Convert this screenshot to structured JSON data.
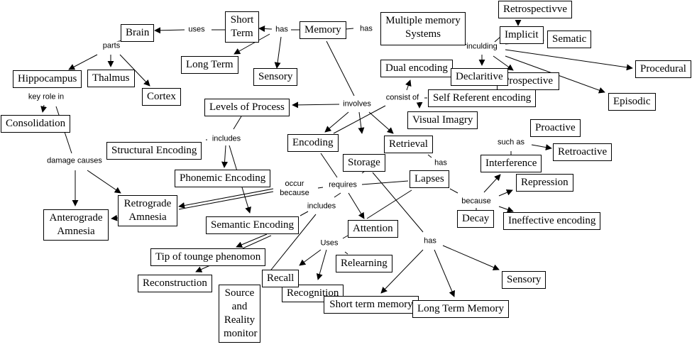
{
  "title": "Memory concept map",
  "nodes": {
    "brain": "Brain",
    "short_term": "Short\nTerm",
    "memory": "Memory",
    "multiple_systems": "Multiple memory\nSystems",
    "retrospectivve": "Retrospectivve",
    "implicit": "Implicit",
    "sematic": "Sematic",
    "procedural": "Procedural",
    "episodic": "Episodic",
    "declaritive": "Declaritive",
    "prospective": "Prospective",
    "long_term_top": "Long Term",
    "sensory_top": "Sensory",
    "hippocampus": "Hippocampus",
    "thalmus": "Thalmus",
    "cortex": "Cortex",
    "consolidation": "Consolidation",
    "levels_of_process": "Levels of Process",
    "dual_encoding": "Dual encoding",
    "self_referent": "Self Referent encoding",
    "visual_imagry": "Visual Imagry",
    "encoding": "Encoding",
    "storage": "Storage",
    "retrieval": "Retrieval",
    "structural_encoding": "Structural Encoding",
    "phonemic_encoding": "Phonemic Encoding",
    "semantic_encoding": "Semantic Encoding",
    "retrograde_amnesia": "Retrograde\nAmnesia",
    "anterograde_amnesia": "Anterograde\nAmnesia",
    "lapses": "Lapses",
    "attention": "Attention",
    "interference": "Interference",
    "proactive": "Proactive",
    "retroactive": "Retroactive",
    "repression": "Repression",
    "decay": "Decay",
    "ineffective_encoding": "Ineffective encoding",
    "tip_of_tounge": "Tip of tounge phenomon",
    "reconstruction": "Reconstruction",
    "recall": "Recall",
    "recognition": "Recognition",
    "relearning": "Relearning",
    "source_reality": "Source\nand\nReality\nmonitor",
    "short_term_memory": "Short term memory",
    "long_term_memory": "Long Term Memory",
    "sensory_bottom": "Sensory"
  },
  "link_labels": {
    "uses": "uses",
    "has_left": "has",
    "has_right": "has",
    "parts": "parts",
    "key_role_in": "key role in",
    "damage_causes": "damage causes",
    "inculding": "inculding",
    "involves": "involves",
    "consist_of": "consist of",
    "includes_top": "includes",
    "occur_because": "occur\nbecause",
    "requires": "requires",
    "includes_mid": "includes",
    "has_lapses": "has",
    "because": "because",
    "such_as": "such as",
    "uses_bottom": "Uses",
    "has_storage": "has"
  }
}
